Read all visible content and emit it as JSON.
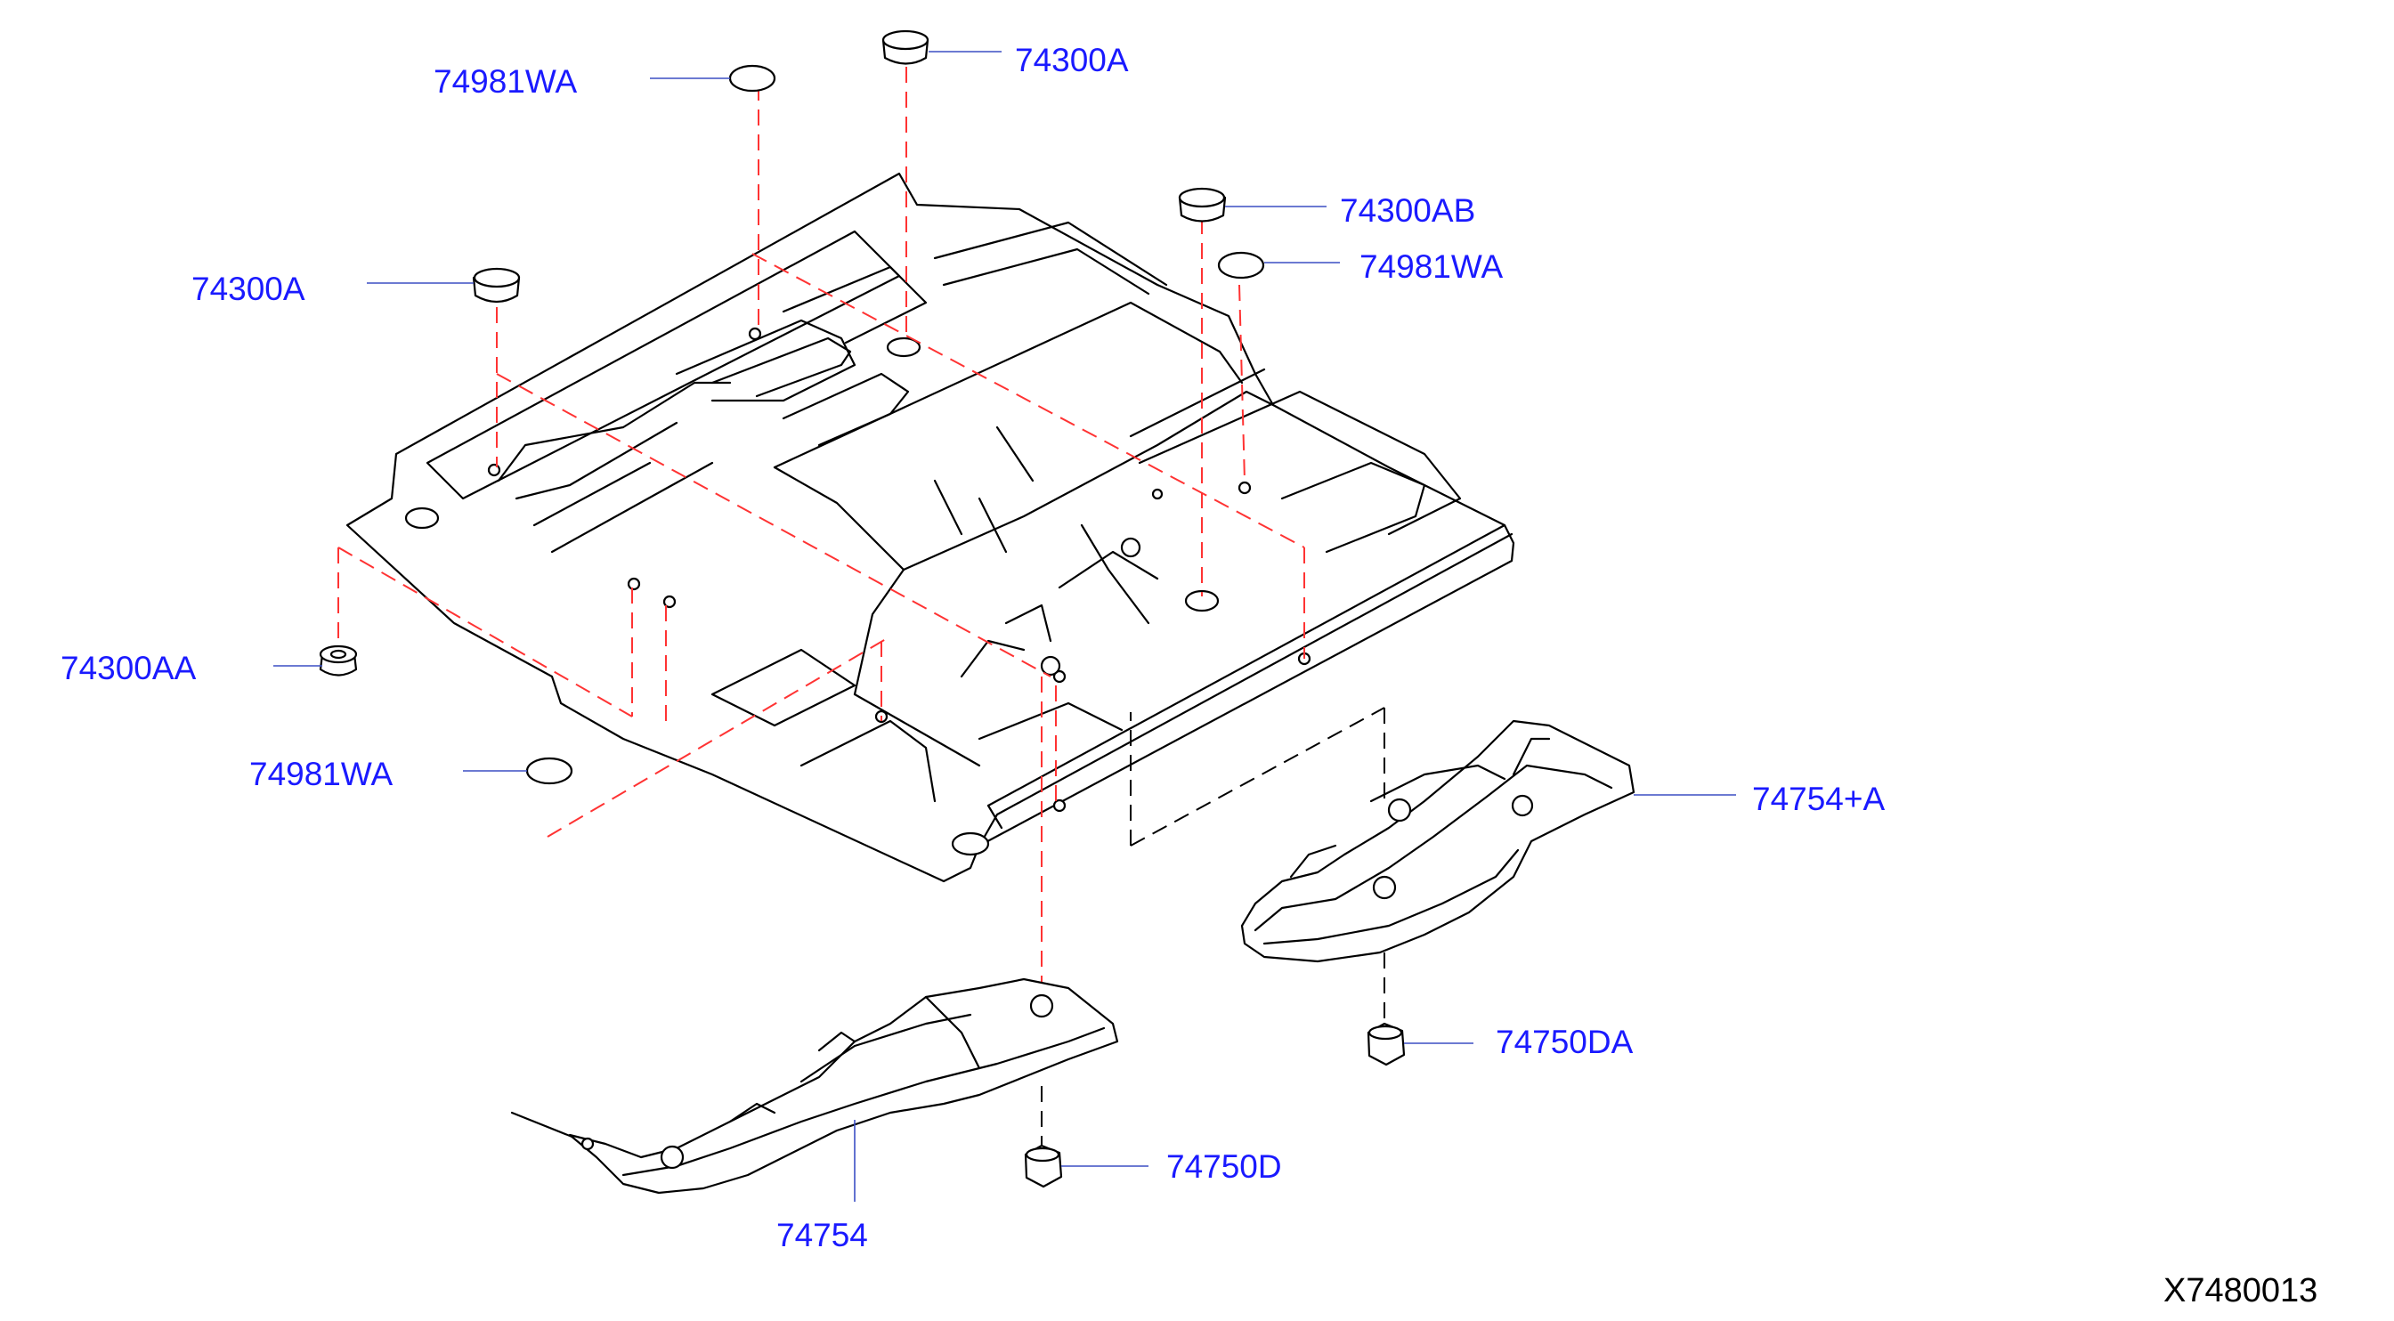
{
  "colors": {
    "label": "#1a1aff",
    "leader": "#3b4fc4",
    "guide": "#ff3333",
    "line": "#000000"
  },
  "parts": [
    {
      "id": "p1",
      "label": "74981WA"
    },
    {
      "id": "p2",
      "label": "74300A"
    },
    {
      "id": "p3",
      "label": "74300AB"
    },
    {
      "id": "p4",
      "label": "74981WA"
    },
    {
      "id": "p5",
      "label": "74300A"
    },
    {
      "id": "p6",
      "label": "74300AA"
    },
    {
      "id": "p7",
      "label": "74981WA"
    },
    {
      "id": "p8",
      "label": "74754+A"
    },
    {
      "id": "p9",
      "label": "74750DA"
    },
    {
      "id": "p10",
      "label": "74750D"
    },
    {
      "id": "p11",
      "label": "74754"
    }
  ],
  "reference_code": "X7480013"
}
